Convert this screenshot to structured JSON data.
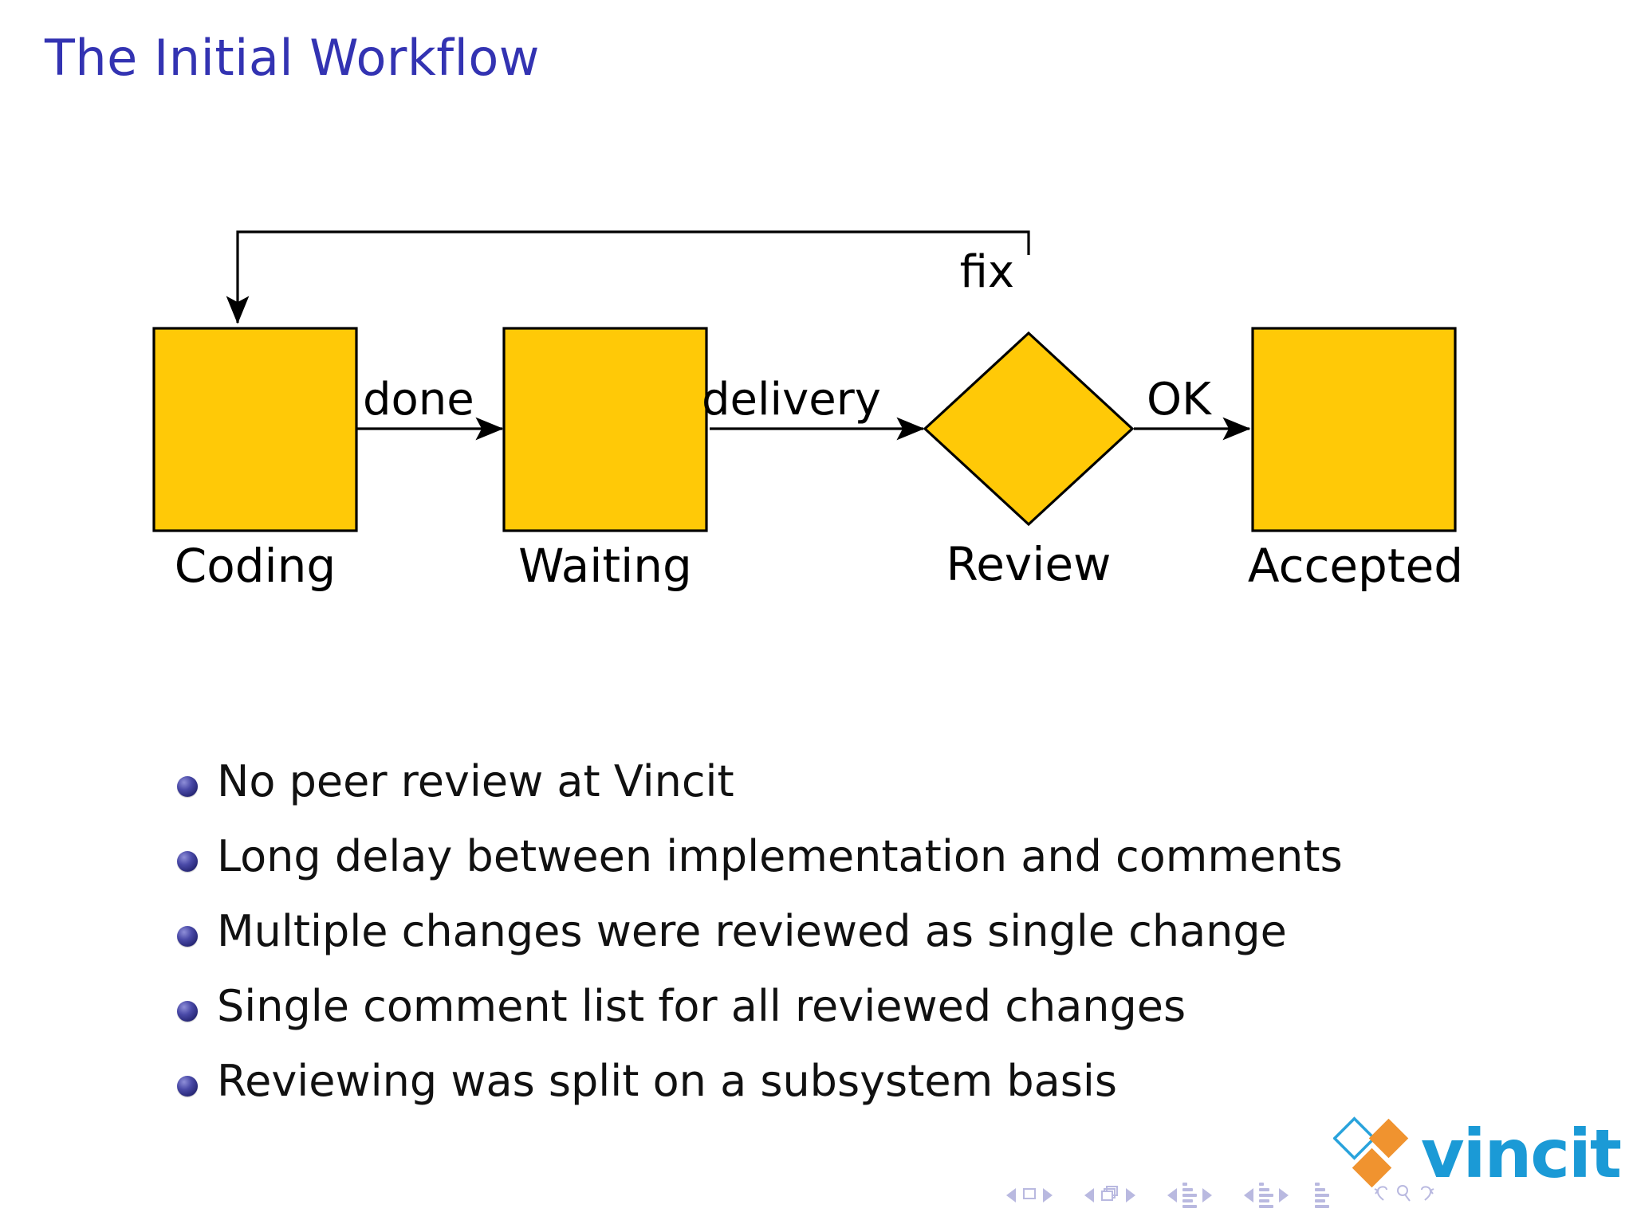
{
  "slide": {
    "title": "The Initial Workflow",
    "title_color": "#3333B2",
    "background_color": "#FFFFFF"
  },
  "diagram": {
    "type": "flowchart",
    "shape_fill_color": "#FFC907",
    "shape_stroke_color": "#000000",
    "nodes": [
      {
        "id": "coding",
        "label": "Coding",
        "shape": "rectangle"
      },
      {
        "id": "waiting",
        "label": "Waiting",
        "shape": "rectangle"
      },
      {
        "id": "review",
        "label": "Review",
        "shape": "diamond"
      },
      {
        "id": "accepted",
        "label": "Accepted",
        "shape": "rectangle"
      }
    ],
    "edges": [
      {
        "from": "coding",
        "to": "waiting",
        "label": "done"
      },
      {
        "from": "waiting",
        "to": "review",
        "label": "delivery"
      },
      {
        "from": "review",
        "to": "accepted",
        "label": "OK"
      },
      {
        "from": "review",
        "to": "coding",
        "label": "fix"
      }
    ]
  },
  "bullets": [
    {
      "text": "No peer review at Vincit"
    },
    {
      "text": "Long delay between implementation and comments"
    },
    {
      "text": "Multiple changes were reviewed as single change"
    },
    {
      "text": "Single comment list for all reviewed changes"
    },
    {
      "text": "Reviewing was split on a subsystem basis"
    }
  ],
  "logo": {
    "wordmark": "vincit",
    "wordmark_color": "#1B9AD6",
    "diamond_outline_color": "#29A3DC",
    "diamond_fill_color": "#F0932F"
  },
  "navigation": {
    "color": "#B9B9E0",
    "items": [
      "prev-slide",
      "slide-icon",
      "next-slide",
      "prev-frame",
      "frames-icon",
      "next-frame",
      "prev-subsection",
      "subsection-icon",
      "next-subsection",
      "prev-section",
      "section-icon",
      "next-section",
      "presentation-icon",
      "back-icon",
      "search-icon",
      "forward-icon"
    ]
  }
}
